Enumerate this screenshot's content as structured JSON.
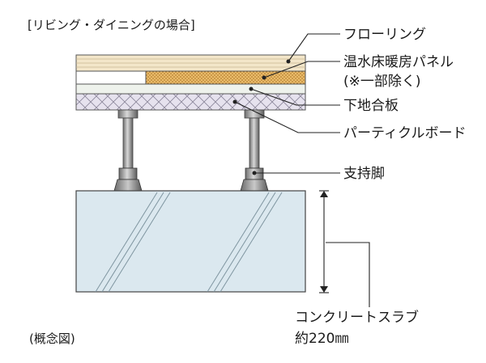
{
  "diagram": {
    "caption_top": "[リビング・ダイニングの場合]",
    "caption_bottom": "(概念図)",
    "labels": {
      "flooring": "フローリング",
      "heating_panel_line1": "温水床暖房パネル",
      "heating_panel_line2": "(※一部除く)",
      "subfloor_line1": "下地合板",
      "subfloor_line2": "パーティクルボード",
      "support_leg": "支持脚",
      "slab_line1": "コンクリートスラブ",
      "slab_line2": "約220㎜"
    },
    "colors": {
      "flooring": "#f3e6c9",
      "heating_panel": "#e7b765",
      "heating_panel_dots": "#b07a2a",
      "subfloor": "#e4e0ec",
      "slab": "#dbe8ef",
      "support_metal": "#8b8b8b"
    }
  }
}
